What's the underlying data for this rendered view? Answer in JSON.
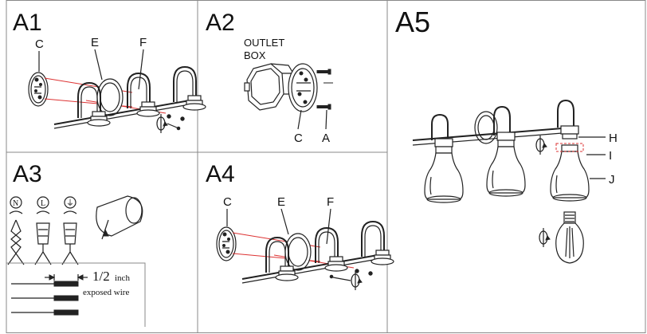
{
  "panels": {
    "a1": {
      "label": "A1",
      "callouts": [
        "C",
        "E",
        "F"
      ]
    },
    "a2": {
      "label": "A2",
      "outlet_line1": "OUTLET",
      "outlet_line2": "BOX",
      "callouts": [
        "C",
        "A"
      ]
    },
    "a3": {
      "label": "A3",
      "wire_symbols": [
        "N",
        "L",
        "⏚"
      ],
      "fraction": "1/2",
      "unit": "inch",
      "caption": "exposed wire"
    },
    "a4": {
      "label": "A4",
      "callouts": [
        "C",
        "E",
        "F"
      ]
    },
    "a5": {
      "label": "A5",
      "callouts": [
        "H",
        "I",
        "J"
      ]
    }
  },
  "colors": {
    "line": "#222222",
    "guide": "#dd3333",
    "border": "#888888"
  }
}
